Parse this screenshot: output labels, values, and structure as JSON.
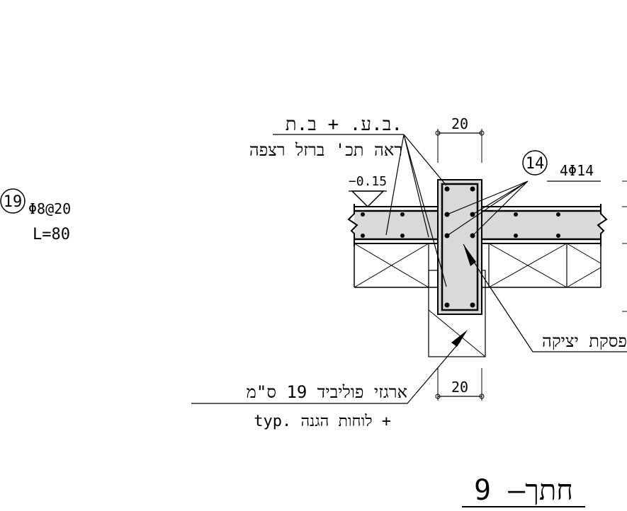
{
  "labels": {
    "floor_top": "ב.ע. + ב.ת.",
    "floor_bottom": "ראה תכ' ברזל רצפה",
    "elevation": "−0.15",
    "dim_top": "20",
    "dim_bottom": "20",
    "bar_callout_num": "14",
    "bar_callout_text": "4Φ14",
    "left_callout_num": "19",
    "left_callout_text": "Φ8@20",
    "left_length": "L=80",
    "joint_label": "פסקת יציקה",
    "box_top": "ארגזי פוליביד 19 ס\"מ",
    "box_bottom": "typ.  לוחות הגנה  +",
    "section_title": "חתך– 9"
  }
}
